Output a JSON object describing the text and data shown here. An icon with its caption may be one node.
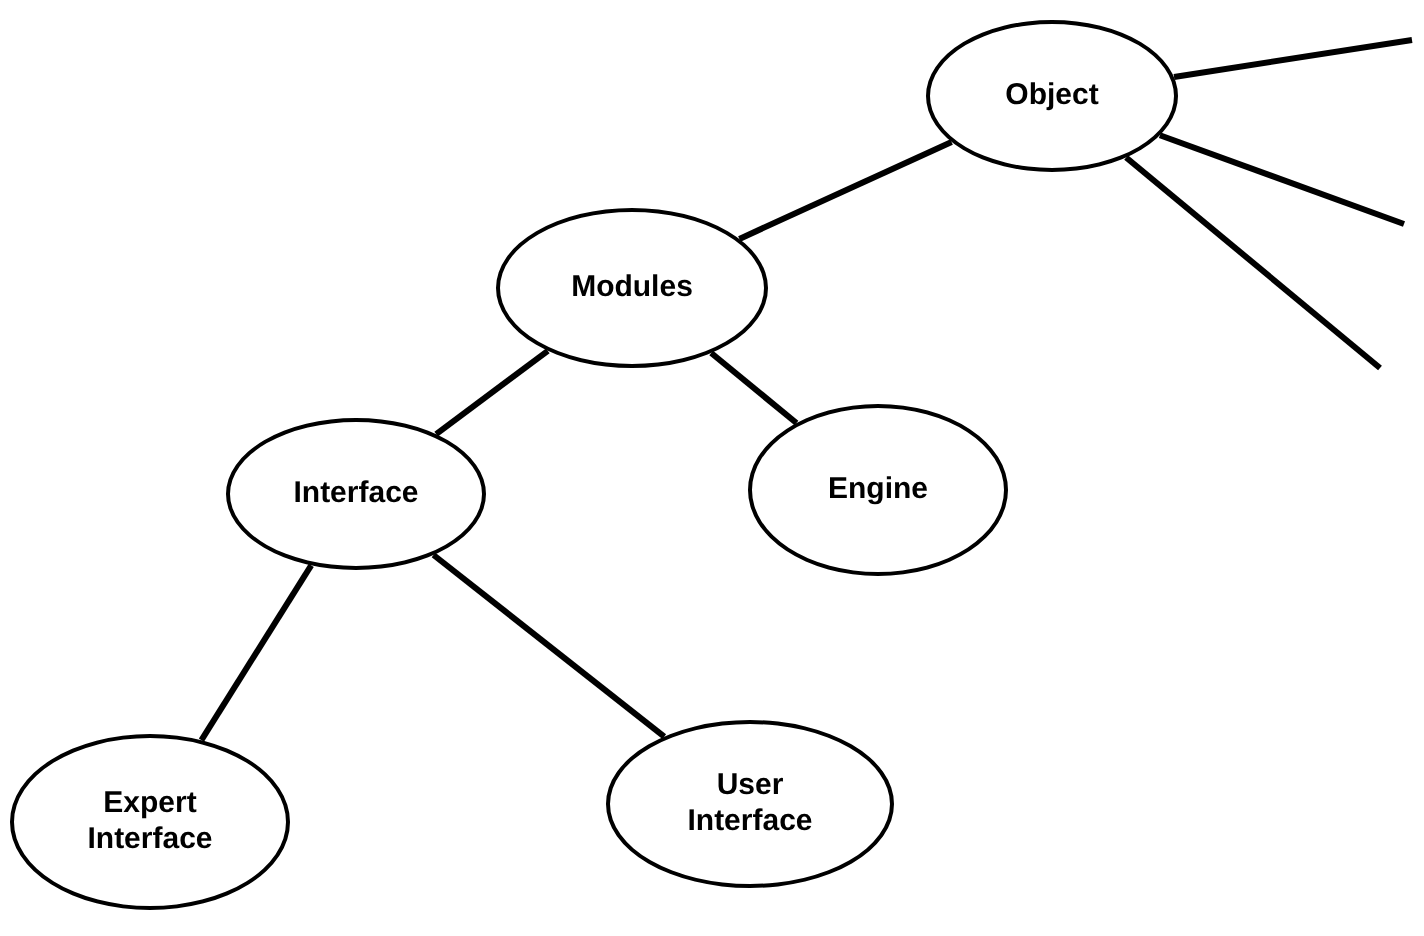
{
  "diagram": {
    "nodes": [
      {
        "text": [
          "Object"
        ]
      },
      {
        "text": [
          "Modules"
        ]
      },
      {
        "text": [
          "Interface"
        ]
      },
      {
        "text": [
          "Engine"
        ]
      },
      {
        "text": [
          "Expert Interface"
        ]
      },
      {
        "text": [
          "User Interface"
        ]
      }
    ],
    "edges": [
      {
        "from": 0,
        "to": 1,
        "arrow": "none"
      },
      {
        "from": 1,
        "to": 2,
        "arrow": "none"
      },
      {
        "from": 1,
        "to": 3,
        "arrow": "none"
      },
      {
        "from": 2,
        "to": 4,
        "arrow": "none"
      },
      {
        "from": 2,
        "to": 5,
        "arrow": "none"
      },
      {
        "from": 0,
        "to": null,
        "arrow": "none"
      },
      {
        "from": 0,
        "to": null,
        "arrow": "none"
      },
      {
        "from": 0,
        "to": null,
        "arrow": "none"
      }
    ]
  }
}
